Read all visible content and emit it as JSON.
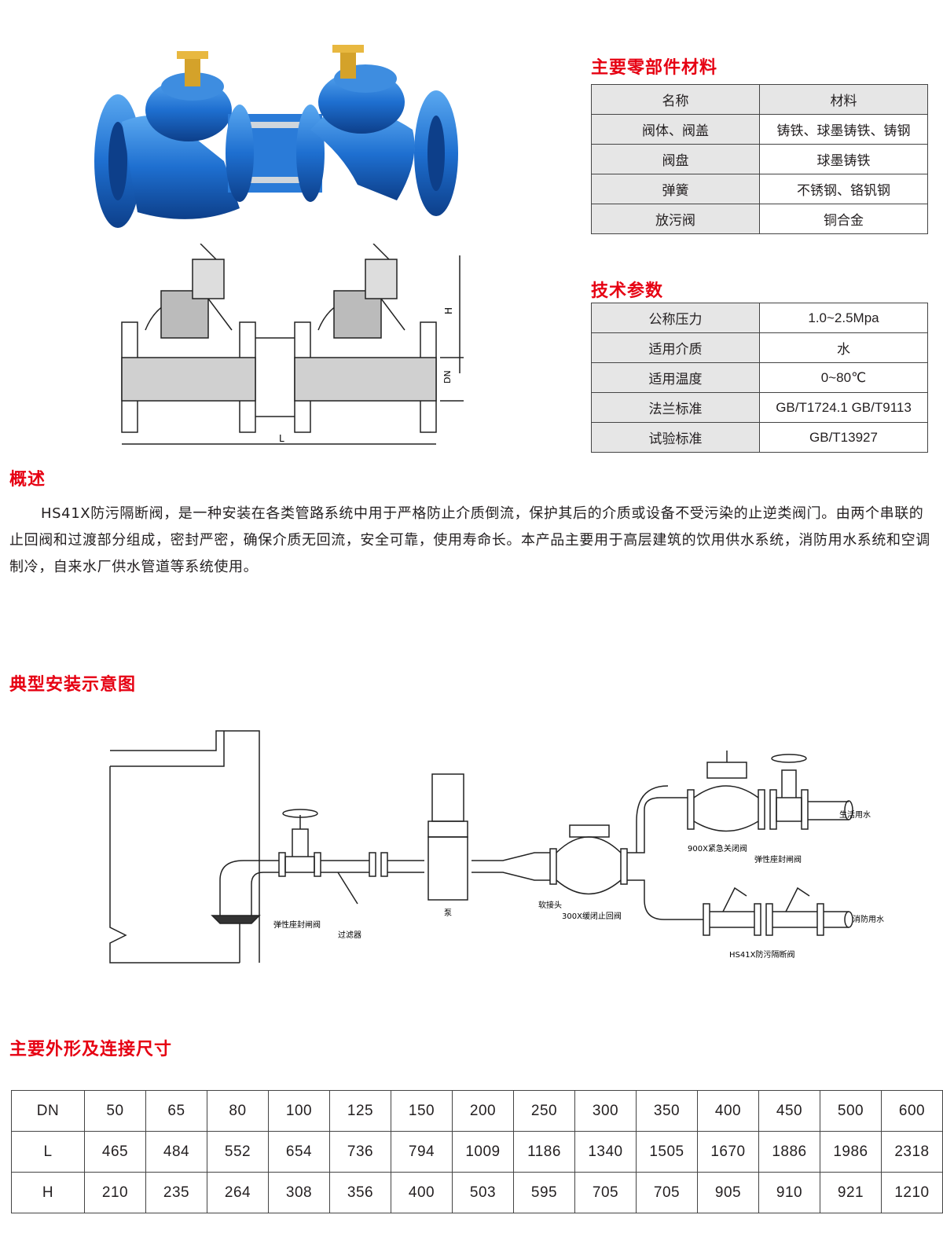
{
  "materials": {
    "title": "主要零部件材料",
    "header": {
      "name": "名称",
      "material": "材料"
    },
    "rows": [
      {
        "name": "阀体、阀盖",
        "material": "铸铁、球墨铸铁、铸钢"
      },
      {
        "name": "阀盘",
        "material": "球墨铸铁"
      },
      {
        "name": "弹簧",
        "material": "不锈钢、铬钒钢"
      },
      {
        "name": "放污阀",
        "material": "铜合金"
      }
    ]
  },
  "tech": {
    "title": "技术参数",
    "rows": [
      {
        "name": "公称压力",
        "value": "1.0~2.5Mpa"
      },
      {
        "name": "适用介质",
        "value": "水"
      },
      {
        "name": "适用温度",
        "value": "0~80℃"
      },
      {
        "name": "法兰标准",
        "value": "GB/T1724.1 GB/T9113"
      },
      {
        "name": "试验标准",
        "value": "GB/T13927"
      }
    ]
  },
  "drawing": {
    "h": "H",
    "dn": "DN",
    "l": "L"
  },
  "overview": {
    "title": "概述",
    "text": "HS41X防污隔断阀，是一种安装在各类管路系统中用于严格防止介质倒流，保护其后的介质或设备不受污染的止逆类阀门。由两个串联的止回阀和过渡部分组成，密封严密，确保介质无回流，安全可靠，使用寿命长。本产品主要用于高层建筑的饮用供水系统，消防用水系统和空调制冷，自来水厂供水管道等系统使用。"
  },
  "install": {
    "title": "典型安装示意图",
    "labels": {
      "gate_valve": "弹性座封闸阀",
      "filter": "过滤器",
      "pump": "泵",
      "soft_joint": "软接头",
      "check_valve": "300X缓闭止回阀",
      "emergency": "900X紧急关闭阀",
      "gate_valve2": "弹性座封闸阀",
      "domestic": "生活用水",
      "fire": "消防用水",
      "hs41x": "HS41X防污隔断阀"
    }
  },
  "dimensions": {
    "title": "主要外形及连接尺寸",
    "row_labels": [
      "DN",
      "L",
      "H"
    ],
    "dn": [
      "50",
      "65",
      "80",
      "100",
      "125",
      "150",
      "200",
      "250",
      "300",
      "350",
      "400",
      "450",
      "500",
      "600"
    ],
    "l": [
      "465",
      "484",
      "552",
      "654",
      "736",
      "794",
      "1009",
      "1186",
      "1340",
      "1505",
      "1670",
      "1886",
      "1986",
      "2318"
    ],
    "h": [
      "210",
      "235",
      "264",
      "308",
      "356",
      "400",
      "503",
      "595",
      "705",
      "705",
      "905",
      "910",
      "921",
      "1210"
    ]
  },
  "colors": {
    "accent": "#e60012",
    "valve_blue": "#1e6fd0",
    "cell_gray": "#e6e6e6"
  }
}
